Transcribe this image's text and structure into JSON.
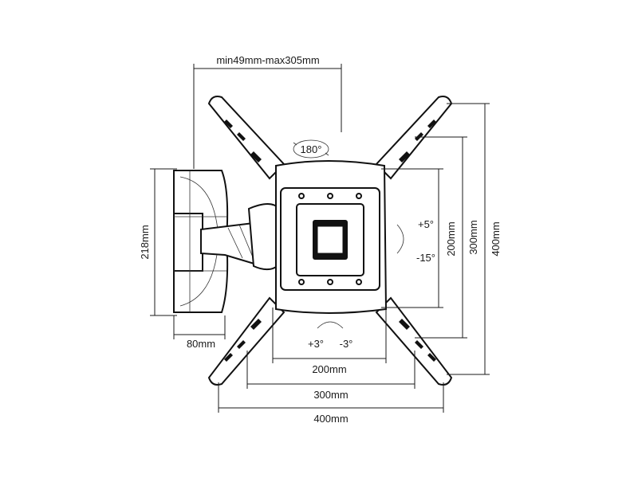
{
  "dimensions": {
    "arm_extension": "min49mm-max305mm",
    "rotation": "180°",
    "tilt_up": "+5°",
    "tilt_down": "-15°",
    "swivel_left": "+3°",
    "swivel_right": "-3°",
    "height_218": "218mm",
    "depth_80": "80mm",
    "horiz_200": "200mm",
    "horiz_300": "300mm",
    "horiz_400": "400mm",
    "vert_200": "200mm",
    "vert_300": "300mm",
    "vert_400": "400mm"
  },
  "colors": {
    "line": "#1a1a1a",
    "part": "#111111",
    "background": "#ffffff"
  }
}
